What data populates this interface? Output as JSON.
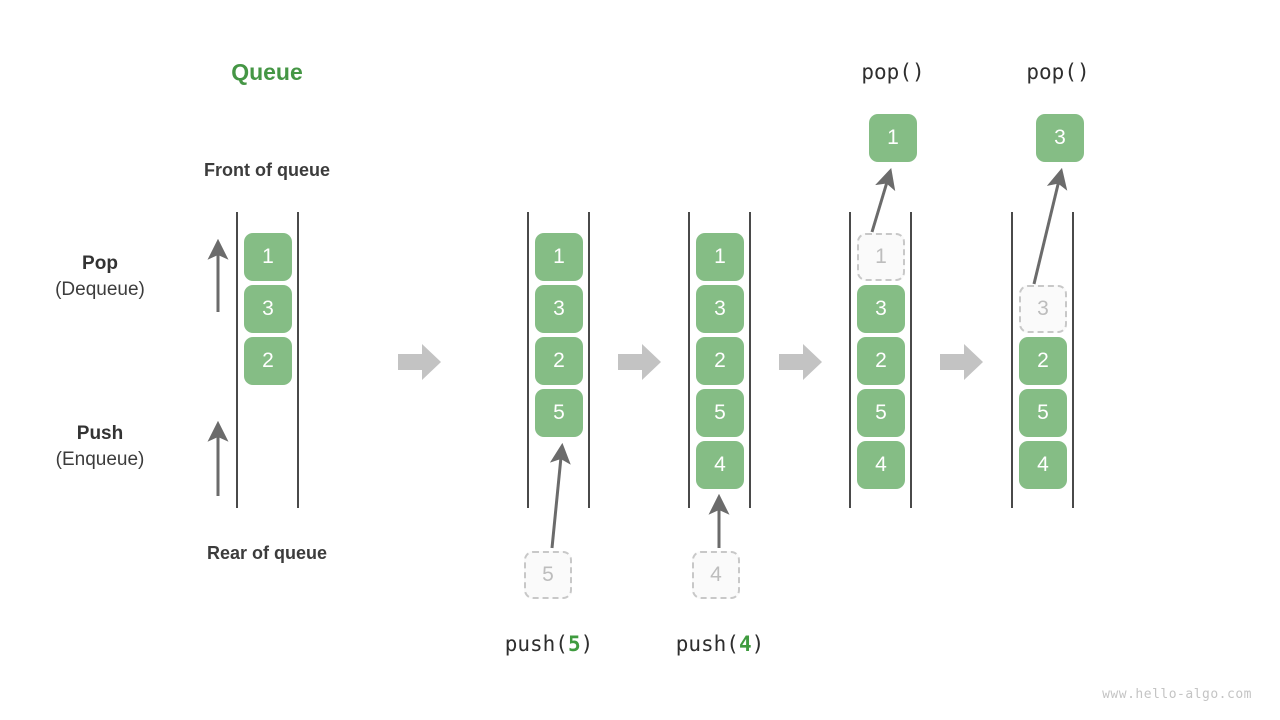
{
  "title": "Queue",
  "labels": {
    "front_of_queue": "Front of queue",
    "rear_of_queue": "Rear of queue",
    "pop_main": "Pop",
    "pop_sub": "(Dequeue)",
    "push_main": "Push",
    "push_sub": "(Enqueue)"
  },
  "colors": {
    "accent_green": "#459645",
    "cell_green": "#85bd85",
    "cell_text": "#ffffff",
    "ghost_fill": "#fafafa",
    "ghost_border": "#c8c8c8",
    "ghost_text": "#bdbdbd",
    "rail": "#4a4a4a",
    "step_arrow": "#c3c3c3",
    "thin_arrow": "#6b6b6b",
    "text": "#3c3c3c",
    "watermark": "#c4c4c4"
  },
  "captions": {
    "push5": {
      "fn": "push(",
      "arg": "5",
      "close": ")"
    },
    "push4": {
      "fn": "push(",
      "arg": "4",
      "close": ")"
    },
    "pop1": "pop()",
    "pop2": "pop()"
  },
  "incoming": {
    "push5_ghost": "5",
    "push4_ghost": "4"
  },
  "outgoing": {
    "pop1_value": "1",
    "pop2_value": "3"
  },
  "states": [
    {
      "name": "initial",
      "cells": [
        {
          "value": "1",
          "ghost": false
        },
        {
          "value": "3",
          "ghost": false
        },
        {
          "value": "2",
          "ghost": false
        }
      ]
    },
    {
      "name": "after-push-5",
      "cells": [
        {
          "value": "1",
          "ghost": false
        },
        {
          "value": "3",
          "ghost": false
        },
        {
          "value": "2",
          "ghost": false
        },
        {
          "value": "5",
          "ghost": false
        }
      ]
    },
    {
      "name": "after-push-4",
      "cells": [
        {
          "value": "1",
          "ghost": false
        },
        {
          "value": "3",
          "ghost": false
        },
        {
          "value": "2",
          "ghost": false
        },
        {
          "value": "5",
          "ghost": false
        },
        {
          "value": "4",
          "ghost": false
        }
      ]
    },
    {
      "name": "after-pop-1",
      "cells": [
        {
          "value": "1",
          "ghost": true
        },
        {
          "value": "3",
          "ghost": false
        },
        {
          "value": "2",
          "ghost": false
        },
        {
          "value": "5",
          "ghost": false
        },
        {
          "value": "4",
          "ghost": false
        }
      ]
    },
    {
      "name": "after-pop-3",
      "cells": [
        {
          "value": "",
          "ghost": false,
          "blank": true
        },
        {
          "value": "3",
          "ghost": true
        },
        {
          "value": "2",
          "ghost": false
        },
        {
          "value": "5",
          "ghost": false
        },
        {
          "value": "4",
          "ghost": false
        }
      ]
    }
  ],
  "watermark": "www.hello-algo.com"
}
